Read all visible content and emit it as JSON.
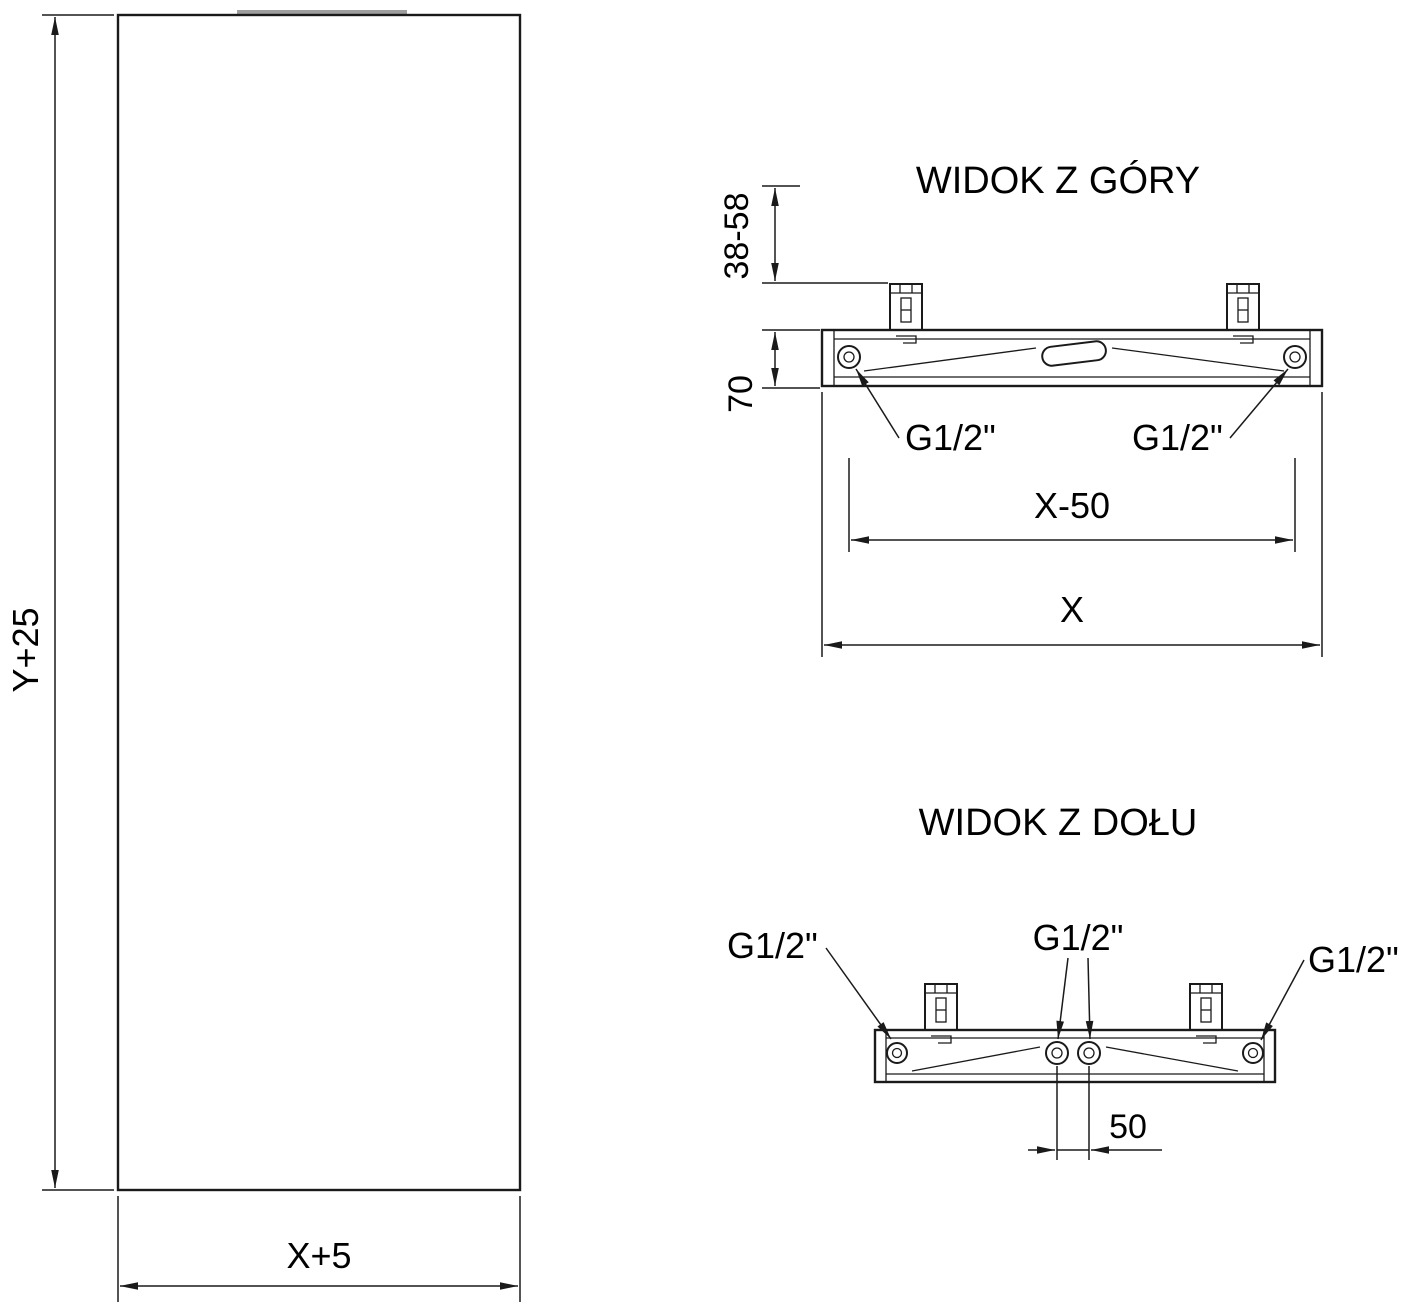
{
  "front_view": {
    "height_label": "Y+25",
    "width_label": "X+5"
  },
  "top_view": {
    "title": "WIDOK Z GÓRY",
    "bracket_depth_label": "38-58",
    "collector_depth_label": "70",
    "conn_left_label": "G1/2\"",
    "conn_right_label": "G1/2\"",
    "conn_spacing_label": "X-50",
    "total_width_label": "X"
  },
  "bottom_view": {
    "title": "WIDOK Z DOŁU",
    "conn_left_label": "G1/2\"",
    "conn_center_label": "G1/2\"",
    "conn_right_label": "G1/2\"",
    "center_spacing_label": "50"
  }
}
